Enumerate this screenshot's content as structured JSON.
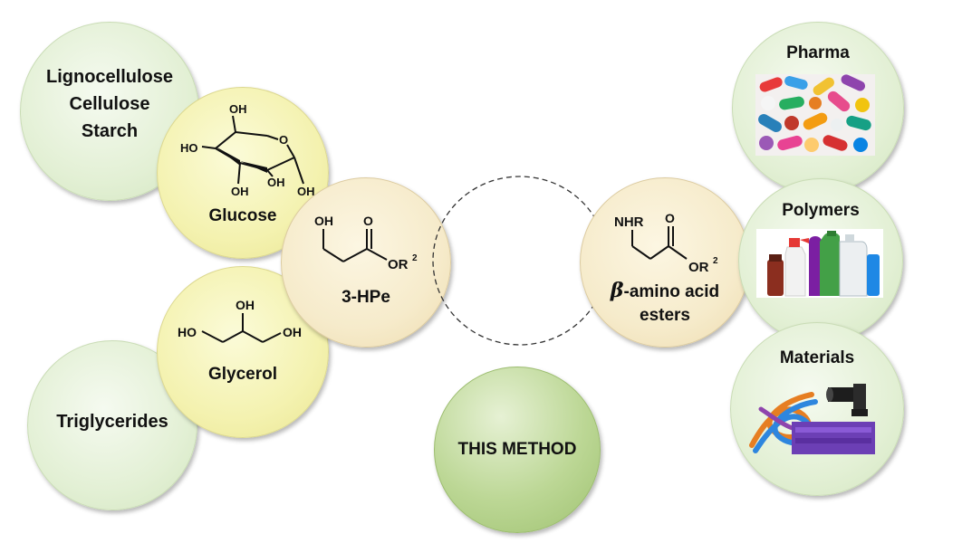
{
  "feedstocks": {
    "lignocellulose": [
      "Lignocellulose",
      "Cellulose",
      "Starch"
    ],
    "triglycerides": "Triglycerides"
  },
  "intermediates": {
    "glucose": {
      "label": "Glucose",
      "atoms": {
        "oh_top": "OH",
        "o_ring": "O",
        "ho_left": "HO",
        "oh_b1": "OH",
        "oh_b2": "OH",
        "oh_b3": "OH"
      }
    },
    "glycerol": {
      "label": "Glycerol",
      "atoms": {
        "oh_top": "OH",
        "ho_left": "HO",
        "oh_right": "OH"
      }
    }
  },
  "hpe": {
    "label": "3-HPe",
    "atoms": {
      "oh": "OH",
      "o": "O",
      "or": "OR",
      "sup": "2"
    }
  },
  "beta": {
    "label_beta": "β",
    "label_rest": "-amino acid",
    "label_line2": "esters",
    "atoms": {
      "nhr": "NHR",
      "o": "O",
      "or": "OR",
      "sup": "2"
    }
  },
  "method": {
    "label": "THIS METHOD"
  },
  "applications": [
    {
      "label": "Pharma",
      "image": "pills-image"
    },
    {
      "label": "Polymers",
      "image": "plastic-bottles-image"
    },
    {
      "label": "Materials",
      "image": "rope-and-pipe-image"
    }
  ],
  "colors": {
    "green_circle": "#e3f0d5",
    "yellow_circle": "#f4f2b0",
    "beige_circle": "#f6ebcb",
    "method_circle": "#bcd795"
  }
}
